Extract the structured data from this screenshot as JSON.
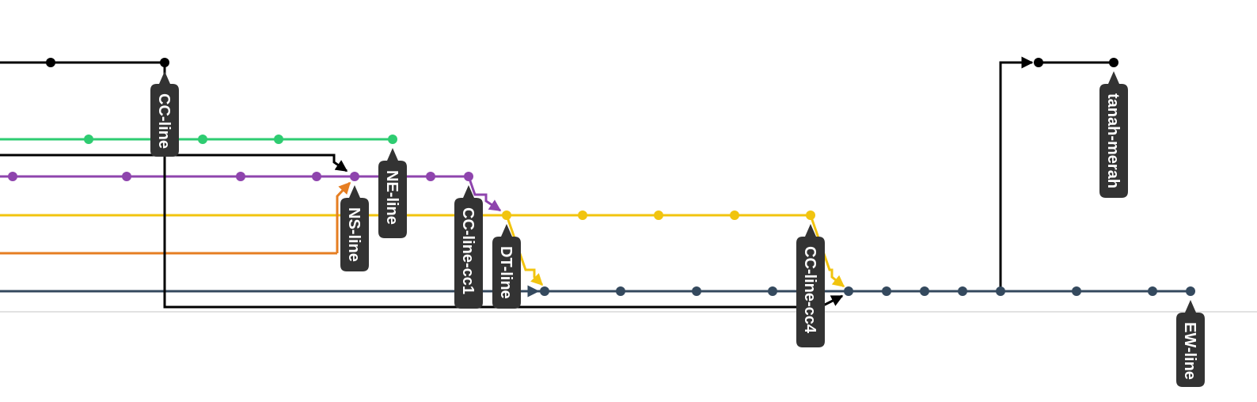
{
  "theme": {
    "background": "#ffffff",
    "label_bg": "#333333",
    "label_text": "#ffffff",
    "separator": "#d9d9d9"
  },
  "branches": [
    {
      "id": "cc",
      "label": "CC-line",
      "color": "#000000"
    },
    {
      "id": "green",
      "label": "",
      "color": "#2ecc71"
    },
    {
      "id": "ne",
      "label": "NE-line",
      "color": "#8e44ad"
    },
    {
      "id": "ns",
      "label": "NS-line",
      "color": "#e67e22"
    },
    {
      "id": "cc1",
      "label": "CC-line-cc1",
      "color": "#f1c40f"
    },
    {
      "id": "dt",
      "label": "DT-line",
      "color": "#34495e"
    },
    {
      "id": "cc4",
      "label": "CC-line-cc4",
      "color": "#f1c40f"
    },
    {
      "id": "ew",
      "label": "EW-line",
      "color": "#34495e"
    },
    {
      "id": "tm",
      "label": "tanah-merah",
      "color": "#000000"
    }
  ]
}
